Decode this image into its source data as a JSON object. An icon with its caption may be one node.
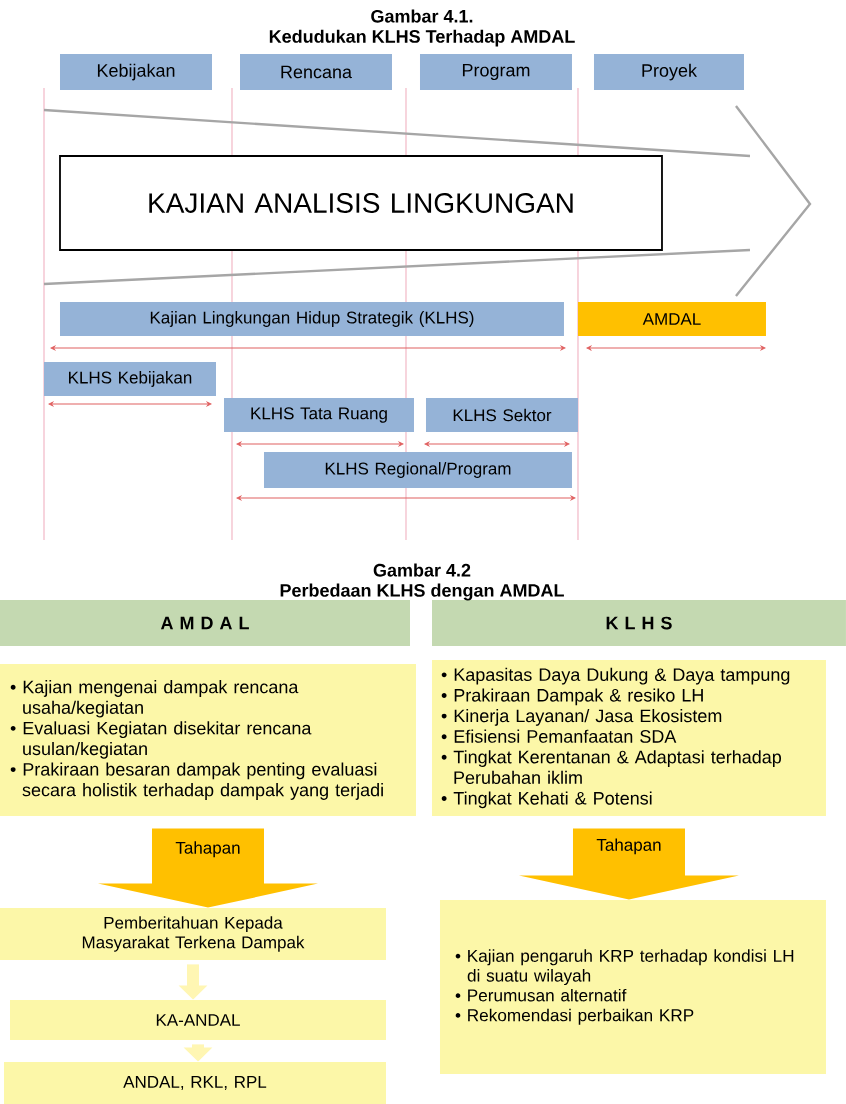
{
  "diagram": {
    "nodes": [
      {
        "text": [
          "Kebijakan"
        ]
      },
      {
        "text": [
          "Rencana"
        ]
      },
      {
        "text": [
          "Program"
        ]
      },
      {
        "text": [
          "Proyek"
        ]
      },
      {
        "text": [
          "KAJIAN ANALISIS LINGKUNGAN"
        ]
      },
      {
        "text": [
          "Kajian Lingkungan Hidup Strategik (KLHS)"
        ]
      },
      {
        "text": [
          "AMDAL"
        ]
      },
      {
        "text": [
          "KLHS Kebijakan"
        ]
      },
      {
        "text": [
          "KLHS Tata Ruang"
        ]
      },
      {
        "text": [
          "KLHS Sektor"
        ]
      },
      {
        "text": [
          "KLHS Regional/Program"
        ]
      },
      {
        "text": [
          "A M D A L"
        ]
      },
      {
        "text": [
          "K L H S"
        ]
      },
      {
        "text": [
          "• Kajian mengenai dampak rencana usaha/kegiatan",
          "• Evaluasi Kegiatan disekitar rencana usulan/kegiatan",
          "• Prakiraan besaran dampak penting evaluasi secara holistik terhadap dampak yang terjadi"
        ]
      },
      {
        "text": [
          "• Kapasitas Daya Dukung & Daya tampung",
          "• Prakiraan Dampak & resiko LH",
          "• Kinerja Layanan/ Jasa Ekosistem",
          "• Efisiensi Pemanfaatan SDA",
          "• Tingkat Kerentanan & Adaptasi terhadap Perubahan iklim",
          "• Tingkat Kehati & Potensi"
        ]
      },
      {
        "text": [
          "Pemberitahuan Kepada Masyarakat Terkena Dampak"
        ]
      },
      {
        "text": [
          "KA-ANDAL"
        ]
      },
      {
        "text": [
          "ANDAL, RKL, RPL"
        ]
      },
      {
        "text": [
          "• Kajian pengaruh KRP terhadap kondisi LH di suatu wilayah",
          "• Perumusan alternatif",
          "• Rekomendasi perbaikan KRP"
        ]
      }
    ],
    "edges": [
      {
        "from": 13,
        "to": 15,
        "arrow": "to",
        "label": "Tahapan",
        "style": "thick",
        "color": "#ffc000"
      },
      {
        "from": 14,
        "to": 18,
        "arrow": "to",
        "label": "Tahapan",
        "style": "thick",
        "color": "#ffc000"
      },
      {
        "from": 15,
        "to": 16,
        "arrow": "to",
        "color": "#fff6b3"
      },
      {
        "from": 16,
        "to": 17,
        "arrow": "to",
        "color": "#fff6b3"
      }
    ],
    "labels": [
      "Gambar 4.1.",
      "Kedudukan KLHS Terhadap AMDAL",
      "Gambar 4.2",
      "Perbedaan KLHS dengan AMDAL"
    ]
  }
}
